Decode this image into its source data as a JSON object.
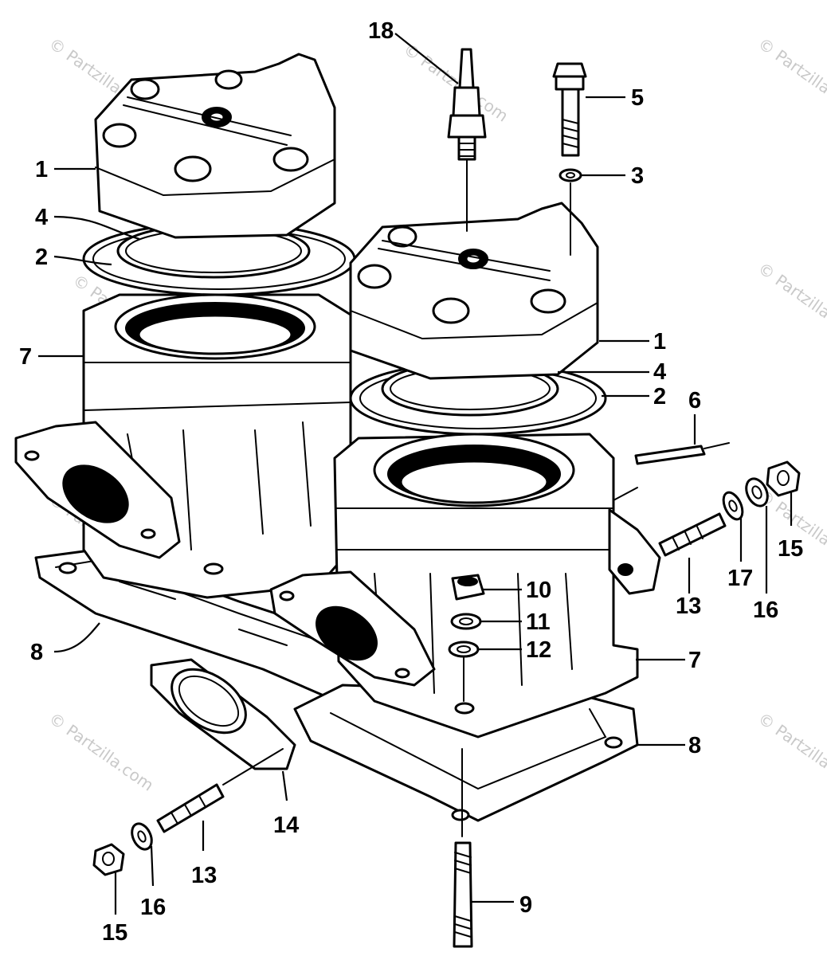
{
  "watermark": "© Partzilla.com",
  "colors": {
    "line": "#000000",
    "background": "#ffffff",
    "watermark": "#c9c9c9"
  },
  "callouts": {
    "c1a": "1",
    "c1b": "1",
    "c2a": "2",
    "c2b": "2",
    "c3": "3",
    "c4a": "4",
    "c4b": "4",
    "c5": "5",
    "c6": "6",
    "c7a": "7",
    "c7b": "7",
    "c8a": "8",
    "c8b": "8",
    "c9": "9",
    "c10": "10",
    "c11": "11",
    "c12": "12",
    "c13a": "13",
    "c13b": "13",
    "c14": "14",
    "c15a": "15",
    "c15b": "15",
    "c16a": "16",
    "c16b": "16",
    "c17": "17",
    "c18": "18"
  }
}
